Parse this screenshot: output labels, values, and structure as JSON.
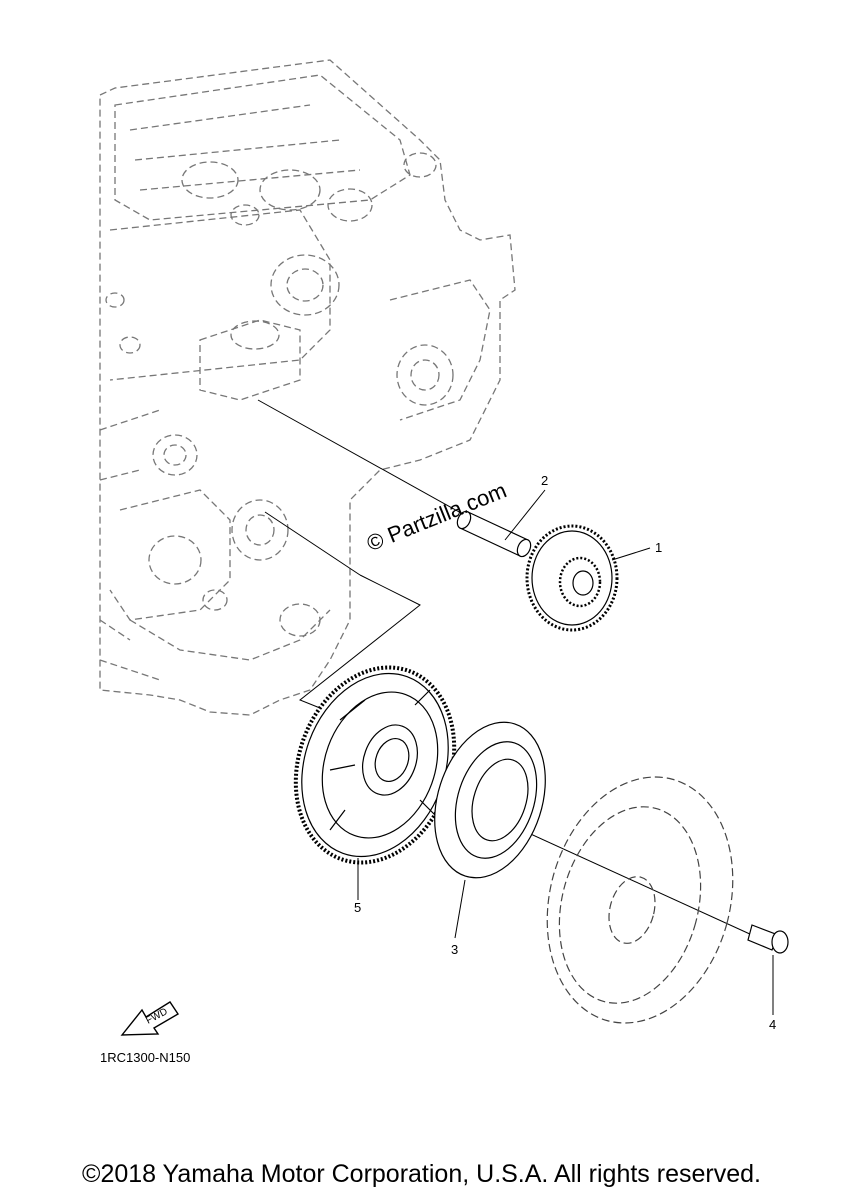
{
  "watermark": "© Partzilla.com",
  "callouts": [
    "1",
    "2",
    "3",
    "4",
    "5"
  ],
  "fwd_label": "FWD",
  "reference_code": "1RC1300-N150",
  "copyright": "©2018 Yamaha Motor Corporation, U.S.A. All rights reserved.",
  "parts": [
    {
      "number": "1",
      "icon": "idler-gear-icon"
    },
    {
      "number": "2",
      "icon": "shaft-icon"
    },
    {
      "number": "3",
      "icon": "one-way-clutch-icon"
    },
    {
      "number": "4",
      "icon": "bolt-icon"
    },
    {
      "number": "5",
      "icon": "starter-wheel-gear-icon"
    }
  ]
}
